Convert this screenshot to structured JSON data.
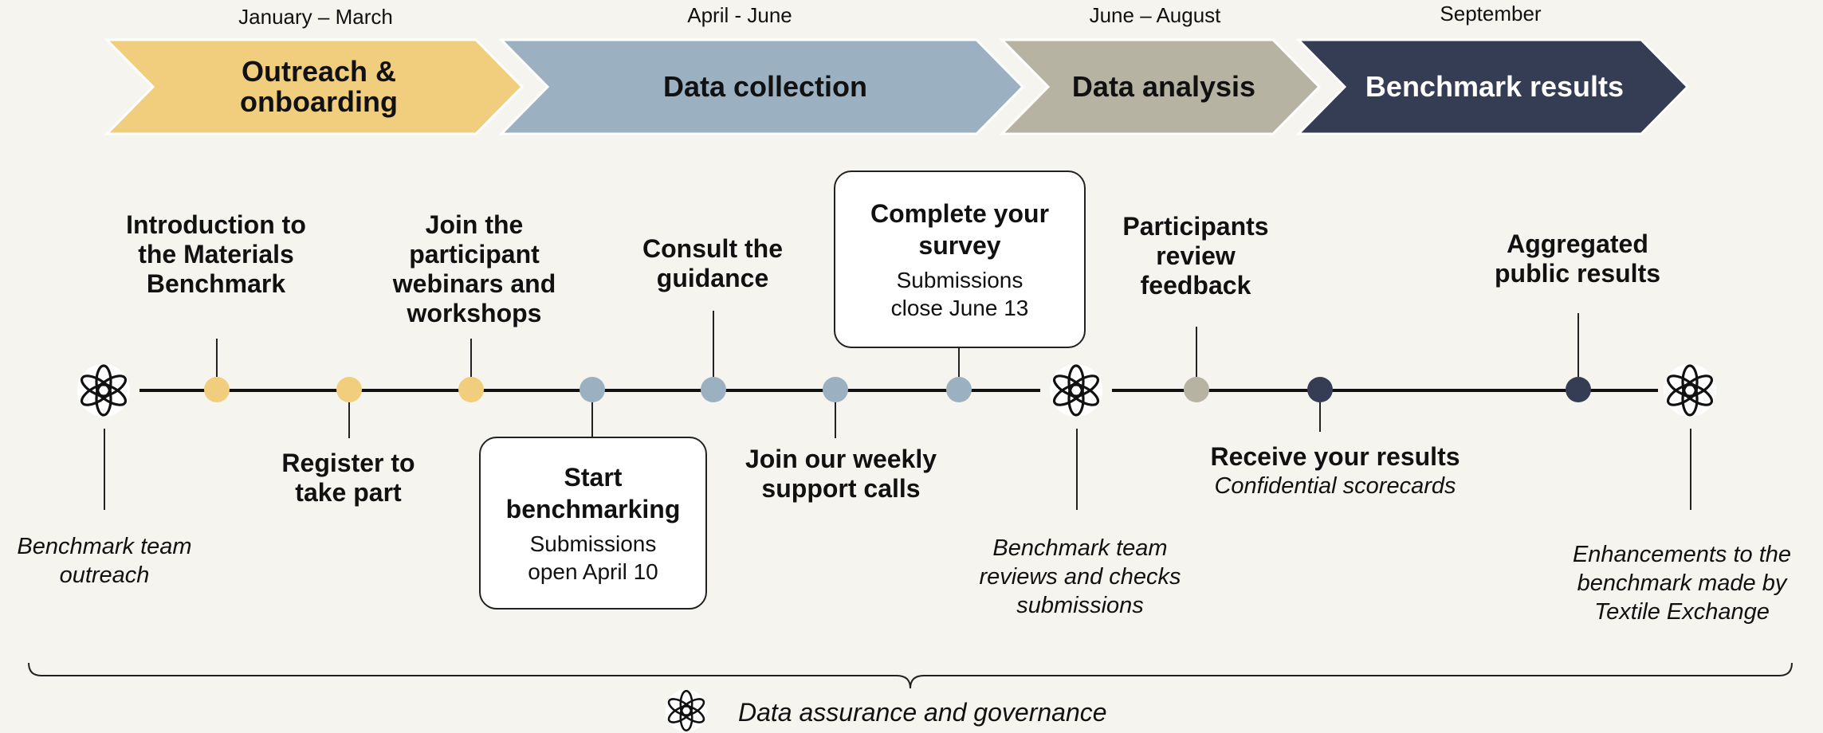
{
  "periods": {
    "p1": "January – March",
    "p2": "April - June",
    "p3": "June – August",
    "p4": "September"
  },
  "phases": [
    {
      "label": "Outreach & onboarding",
      "line1": "Outreach &",
      "line2": "onboarding",
      "color": "#f1ce7e",
      "text_color": "#111111"
    },
    {
      "label": "Data collection",
      "color": "#9bb1c1",
      "text_color": "#111111"
    },
    {
      "label": "Data analysis",
      "color": "#b6b3a2",
      "text_color": "#111111"
    },
    {
      "label": "Benchmark results",
      "color": "#353d54",
      "text_color": "#ffffff"
    }
  ],
  "milestones": {
    "intro": "Introduction to the Materials Benchmark",
    "register": "Register to take part",
    "webinars": "Join the participant webinars and workshops",
    "start_title": "Start benchmarking",
    "start_sub": "Submissions open April 10",
    "guidance": "Consult the guidance",
    "support": "Join our weekly support calls",
    "survey_title": "Complete your survey",
    "survey_sub": "Submissions close June 13",
    "review": "Participants review feedback",
    "receive_title": "Receive your results",
    "receive_sub": "Confidential scorecards",
    "aggregated": "Aggregated public results"
  },
  "team_notes": {
    "outreach": "Benchmark team outreach",
    "reviews": "Benchmark team reviews and checks submissions",
    "enhancements": "Enhancements to the benchmark made by Textile Exchange"
  },
  "footer": {
    "governance": "Data assurance and governance"
  },
  "icons": [
    "knot-logo-icon"
  ]
}
